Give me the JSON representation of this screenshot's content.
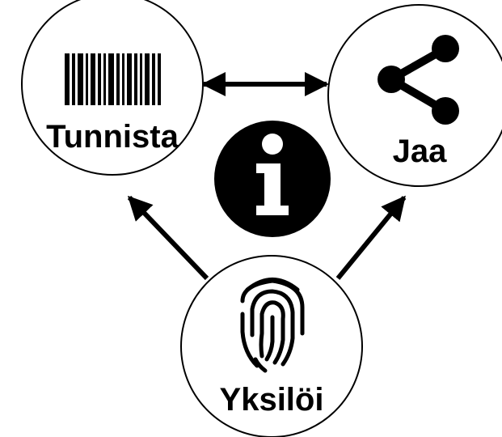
{
  "diagram": {
    "nodes": {
      "identify": {
        "label": "Tunnista",
        "icon": "barcode-icon"
      },
      "share": {
        "label": "Jaa",
        "icon": "share-icon"
      },
      "individualize": {
        "label": "Yksilöi",
        "icon": "fingerprint-icon"
      }
    },
    "center": {
      "icon": "info-icon"
    },
    "edges": [
      {
        "from": "identify",
        "to": "share",
        "direction": "both"
      },
      {
        "from": "individualize",
        "to": "identify",
        "direction": "forward"
      },
      {
        "from": "individualize",
        "to": "share",
        "direction": "forward"
      }
    ],
    "colors": {
      "stroke": "#000000",
      "fill": "#ffffff",
      "icon": "#000000"
    }
  }
}
